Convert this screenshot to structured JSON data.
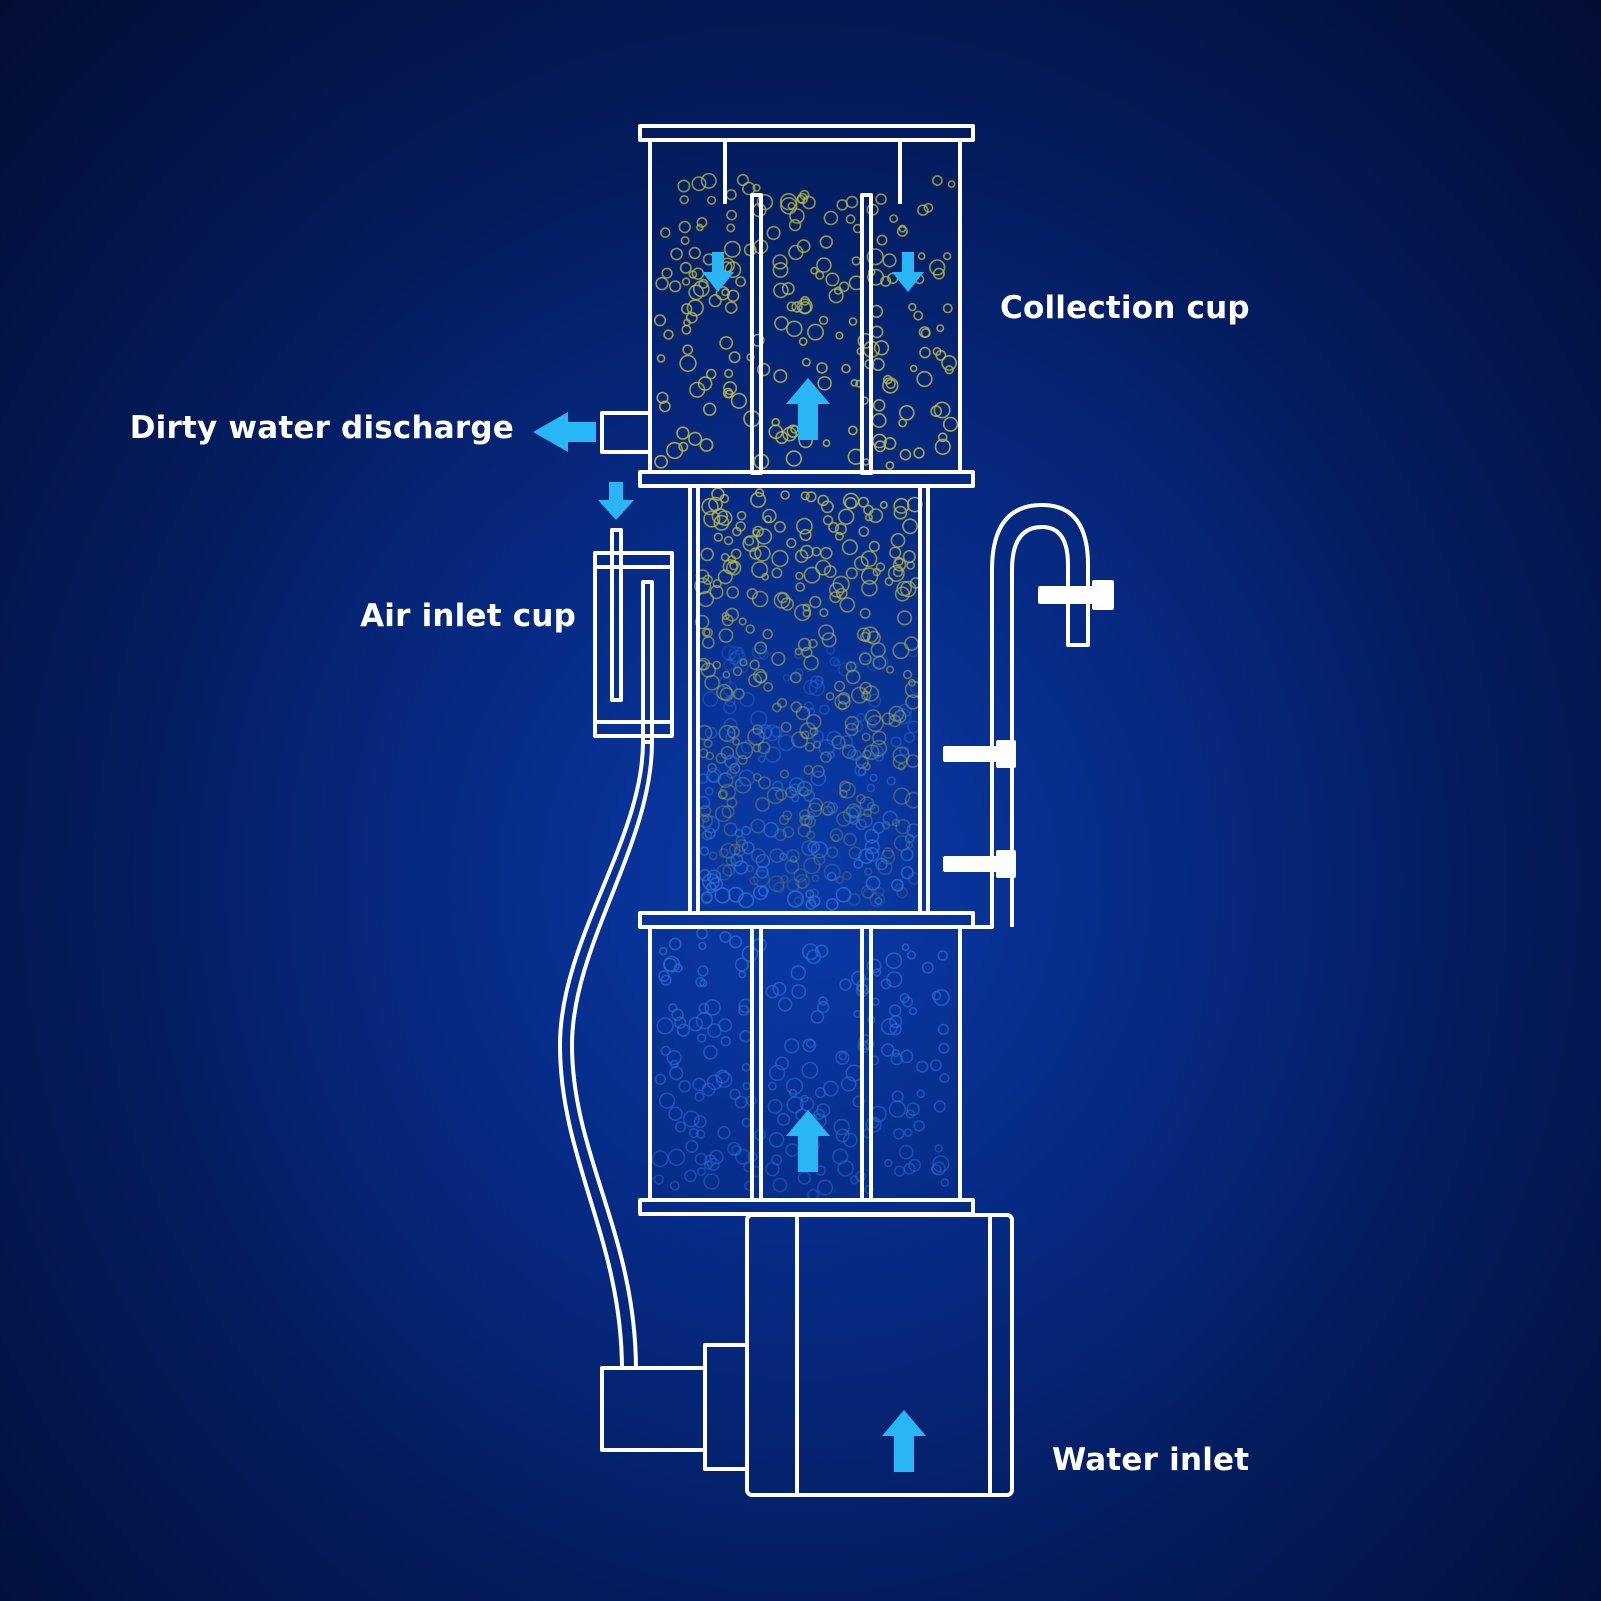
{
  "labels": {
    "collection_cup": "Collection cup",
    "dirty_water_discharge": "Dirty water discharge",
    "air_inlet_cup": "Air inlet cup",
    "water_inlet": "Water inlet"
  },
  "colors": {
    "background": "#041c5e",
    "outline": "#ffffff",
    "flow_arrow": "#29b6f6",
    "bubble_upper": "#b5b84a",
    "bubble_lower": "#2f6fd8"
  }
}
